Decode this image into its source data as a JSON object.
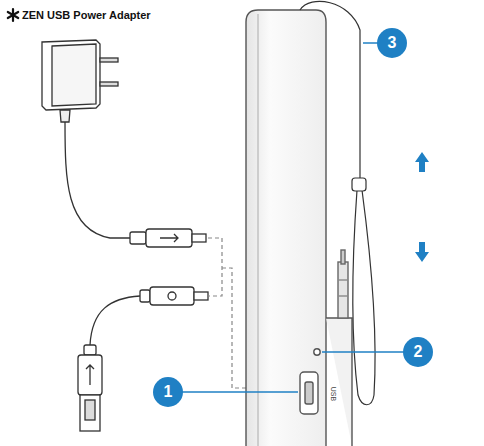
{
  "diagram": {
    "title": "ZEN USB Power Adapter",
    "labels": [
      "1",
      "2",
      "3",
      "USB"
    ]
  }
}
